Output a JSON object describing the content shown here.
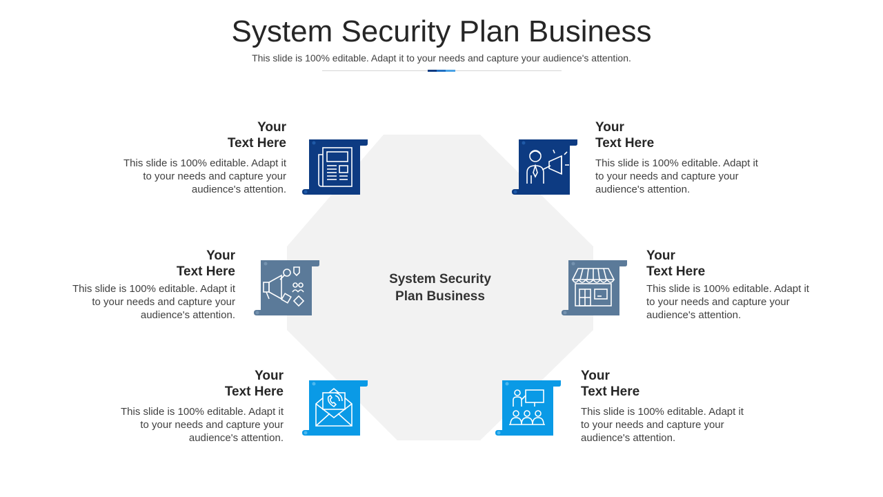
{
  "header": {
    "title": "System Security Plan Business",
    "subtitle": "This slide is 100% editable. Adapt it to your needs and capture your audience's attention."
  },
  "center": {
    "line1": "System Security",
    "line2": "Plan Business"
  },
  "colors": {
    "navy": "#0d3b82",
    "slate": "#5b7a99",
    "sky": "#0a9ae6",
    "hub": "#f2f2f2"
  },
  "items": [
    {
      "title_line1": "Your",
      "title_line2": "Text Here",
      "body": "This slide is 100% editable. Adapt it to your needs and capture your audience's attention.",
      "icon": "newspaper-icon"
    },
    {
      "title_line1": "Your",
      "title_line2": "Text Here",
      "body": "This slide is 100% editable. Adapt it to your needs and capture your audience's attention.",
      "icon": "businessman-megaphone-icon"
    },
    {
      "title_line1": "Your",
      "title_line2": "Text Here",
      "body": "This slide is 100% editable. Adapt it to your needs and capture your audience's attention.",
      "icon": "marketing-megaphone-icon"
    },
    {
      "title_line1": "Your",
      "title_line2": "Text Here",
      "body": "This slide is 100% editable. Adapt it to your needs and capture your audience's attention.",
      "icon": "storefront-icon"
    },
    {
      "title_line1": "Your",
      "title_line2": "Text Here",
      "body": "This slide is 100% editable. Adapt it to your needs and capture your audience's attention.",
      "icon": "phone-envelope-icon"
    },
    {
      "title_line1": "Your",
      "title_line2": "Text Here",
      "body": "This slide is 100% editable. Adapt it to your needs and capture your audience's attention.",
      "icon": "presentation-audience-icon"
    }
  ]
}
